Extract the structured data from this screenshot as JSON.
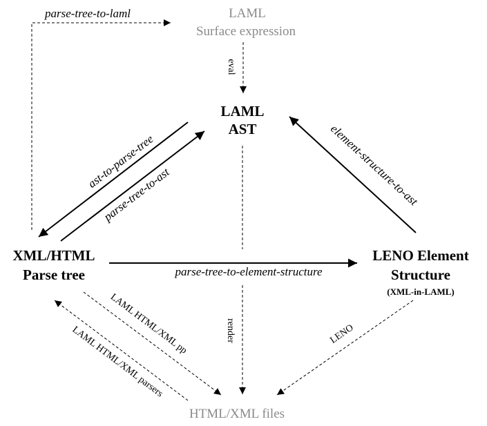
{
  "nodes": {
    "laml_surface": {
      "line1": "LAML",
      "line2": "Surface expression"
    },
    "laml_ast": {
      "line1": "LAML",
      "line2": "AST"
    },
    "parse_tree": {
      "line1": "XML/HTML",
      "line2": "Parse tree"
    },
    "leno": {
      "line1": "LENO Element",
      "line2": "Structure",
      "sub": "(XML-in-LAML)"
    },
    "html_files": {
      "label": "HTML/XML files"
    }
  },
  "edges": {
    "parse_tree_to_laml": "parse-tree-to-laml",
    "eval": "eval",
    "ast_to_parse_tree": "ast-to-parse-tree",
    "parse_tree_to_ast": "parse-tree-to-ast",
    "element_structure_to_ast": "element-structure-to-ast",
    "parse_tree_to_element_structure": "parse-tree-to-element-structure",
    "render": "render",
    "laml_pp": "LAML HTML/XML pp",
    "laml_parsers": "LAML HTML/XML parsers",
    "leno_edge": "LENO"
  },
  "colors": {
    "ink": "#000000",
    "faded": "#8a8a8a"
  }
}
